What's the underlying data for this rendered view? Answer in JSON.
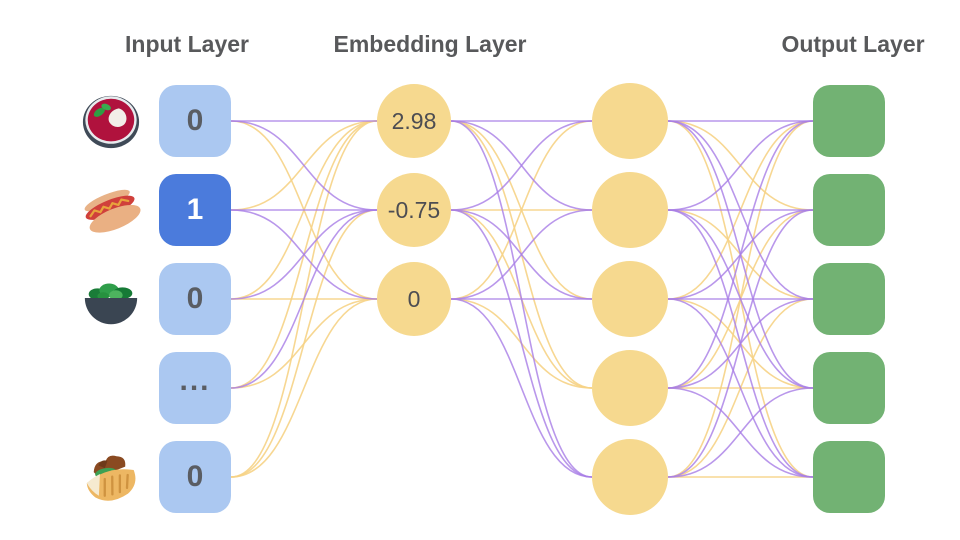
{
  "titles": {
    "input": "Input Layer",
    "embedding": "Embedding Layer",
    "output": "Output Layer"
  },
  "colors": {
    "edge_purple": "#a87de6",
    "edge_yellow": "#f6d386",
    "input_box": "#abc8f1",
    "input_box_active": "#4b7bdc",
    "node_fill": "#f6d98f",
    "output_fill": "#72b273",
    "title_text": "#58595b",
    "value_text": "#5a5d63",
    "active_value_text": "#ffffff"
  },
  "input_layer": {
    "items": [
      {
        "icon": "borscht-icon",
        "value": "0",
        "active": false
      },
      {
        "icon": "hot-dog-icon",
        "value": "1",
        "active": true
      },
      {
        "icon": "salad-icon",
        "value": "0",
        "active": false
      },
      {
        "icon": "",
        "value": "...",
        "active": false
      },
      {
        "icon": "stuffed-flatbread-icon",
        "value": "0",
        "active": false
      }
    ]
  },
  "embedding_layer": {
    "values": [
      "2.98",
      "-0.75",
      "0"
    ]
  },
  "hidden_layer": {
    "node_count": 5
  },
  "output_layer": {
    "node_count": 5
  },
  "edges": {
    "input_to_embedding": [
      [
        "P",
        "P",
        "Y"
      ],
      [
        "Y",
        "P",
        "P"
      ],
      [
        "Y",
        "P",
        "Y"
      ],
      [
        "Y",
        "P",
        "Y"
      ],
      [
        "Y",
        "Y",
        "Y"
      ]
    ],
    "embedding_to_hidden": [
      [
        "P",
        "P",
        "Y",
        "Y",
        "P"
      ],
      [
        "P",
        "Y",
        "P",
        "Y",
        "P"
      ],
      [
        "Y",
        "P",
        "P",
        "Y",
        "P"
      ]
    ],
    "hidden_to_output": [
      [
        "P",
        "Y",
        "P",
        "P",
        "Y"
      ],
      [
        "P",
        "P",
        "Y",
        "P",
        "P"
      ],
      [
        "Y",
        "P",
        "P",
        "Y",
        "P"
      ],
      [
        "P",
        "Y",
        "P",
        "Y",
        "P"
      ],
      [
        "Y",
        "P",
        "Y",
        "P",
        "Y"
      ]
    ]
  }
}
